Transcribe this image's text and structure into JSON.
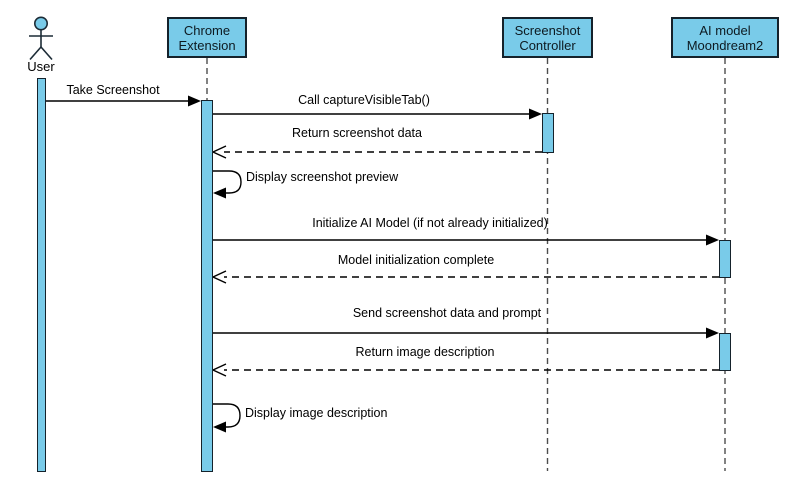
{
  "diagram": {
    "type": "uml-sequence-diagram",
    "participants": [
      {
        "id": "user",
        "label": "User",
        "kind": "actor"
      },
      {
        "id": "chrome-extension",
        "label": "Chrome Extension",
        "kind": "object"
      },
      {
        "id": "screenshot-controller",
        "label": "Screenshot Controller",
        "kind": "object"
      },
      {
        "id": "ai-model",
        "label": "AI model Moondream2",
        "kind": "object"
      }
    ],
    "messages": [
      {
        "from": "user",
        "to": "chrome-extension",
        "label": "Take Screenshot",
        "type": "sync"
      },
      {
        "from": "chrome-extension",
        "to": "screenshot-controller",
        "label": "Call captureVisibleTab()",
        "type": "sync"
      },
      {
        "from": "screenshot-controller",
        "to": "chrome-extension",
        "label": "Return screenshot data",
        "type": "return"
      },
      {
        "from": "chrome-extension",
        "to": "chrome-extension",
        "label": "Display screenshot preview",
        "type": "self"
      },
      {
        "from": "chrome-extension",
        "to": "ai-model",
        "label": "Initialize AI Model (if not already initialized)",
        "type": "sync"
      },
      {
        "from": "ai-model",
        "to": "chrome-extension",
        "label": "Model initialization complete",
        "type": "return"
      },
      {
        "from": "chrome-extension",
        "to": "ai-model",
        "label": "Send screenshot data and prompt",
        "type": "sync"
      },
      {
        "from": "ai-model",
        "to": "chrome-extension",
        "label": "Return image description",
        "type": "return"
      },
      {
        "from": "chrome-extension",
        "to": "chrome-extension",
        "label": "Display image description",
        "type": "self"
      }
    ],
    "colors": {
      "participant_fill": "#79cbe9",
      "participant_border": "#15222b",
      "message_line": "#000000",
      "lifeline": "#4d4d4d",
      "text": "#000000",
      "background": "#ffffff"
    }
  }
}
